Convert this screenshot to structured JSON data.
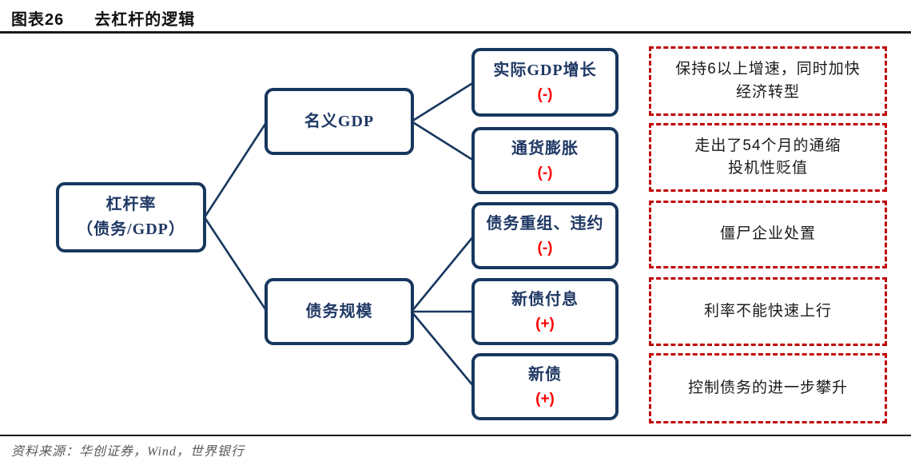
{
  "header": {
    "number": "图表26",
    "title": "去杠杆的逻辑"
  },
  "diagram": {
    "root": {
      "line1": "杠杆率",
      "line2": "（债务/GDP）"
    },
    "branches": [
      {
        "label": "名义GDP"
      },
      {
        "label": "债务规模"
      }
    ],
    "factors": [
      {
        "label": "实际GDP增长",
        "sign": "(-)"
      },
      {
        "label": "通货膨胀",
        "sign": "(-)"
      },
      {
        "label": "债务重组、违约",
        "sign": "(-)"
      },
      {
        "label": "新债付息",
        "sign": "(+)"
      },
      {
        "label": "新债",
        "sign": "(+)"
      }
    ],
    "notes": [
      {
        "line1": "保持6以上增速，同时加快",
        "line2": "经济转型"
      },
      {
        "line1": "走出了54个月的通缩",
        "line2": "投机性贬值"
      },
      {
        "line1": "僵尸企业处置",
        "line2": ""
      },
      {
        "line1": "利率不能快速上行",
        "line2": ""
      },
      {
        "line1": "控制债务的进一步攀升",
        "line2": ""
      }
    ]
  },
  "footer": {
    "source": "资料来源：华创证券，Wind，世界银行"
  },
  "colors": {
    "node_border": "#17375E",
    "node_text": "#1F3864",
    "sign_red": "#FF0000",
    "note_border": "#C00000",
    "rule": "#1A1A1A"
  }
}
